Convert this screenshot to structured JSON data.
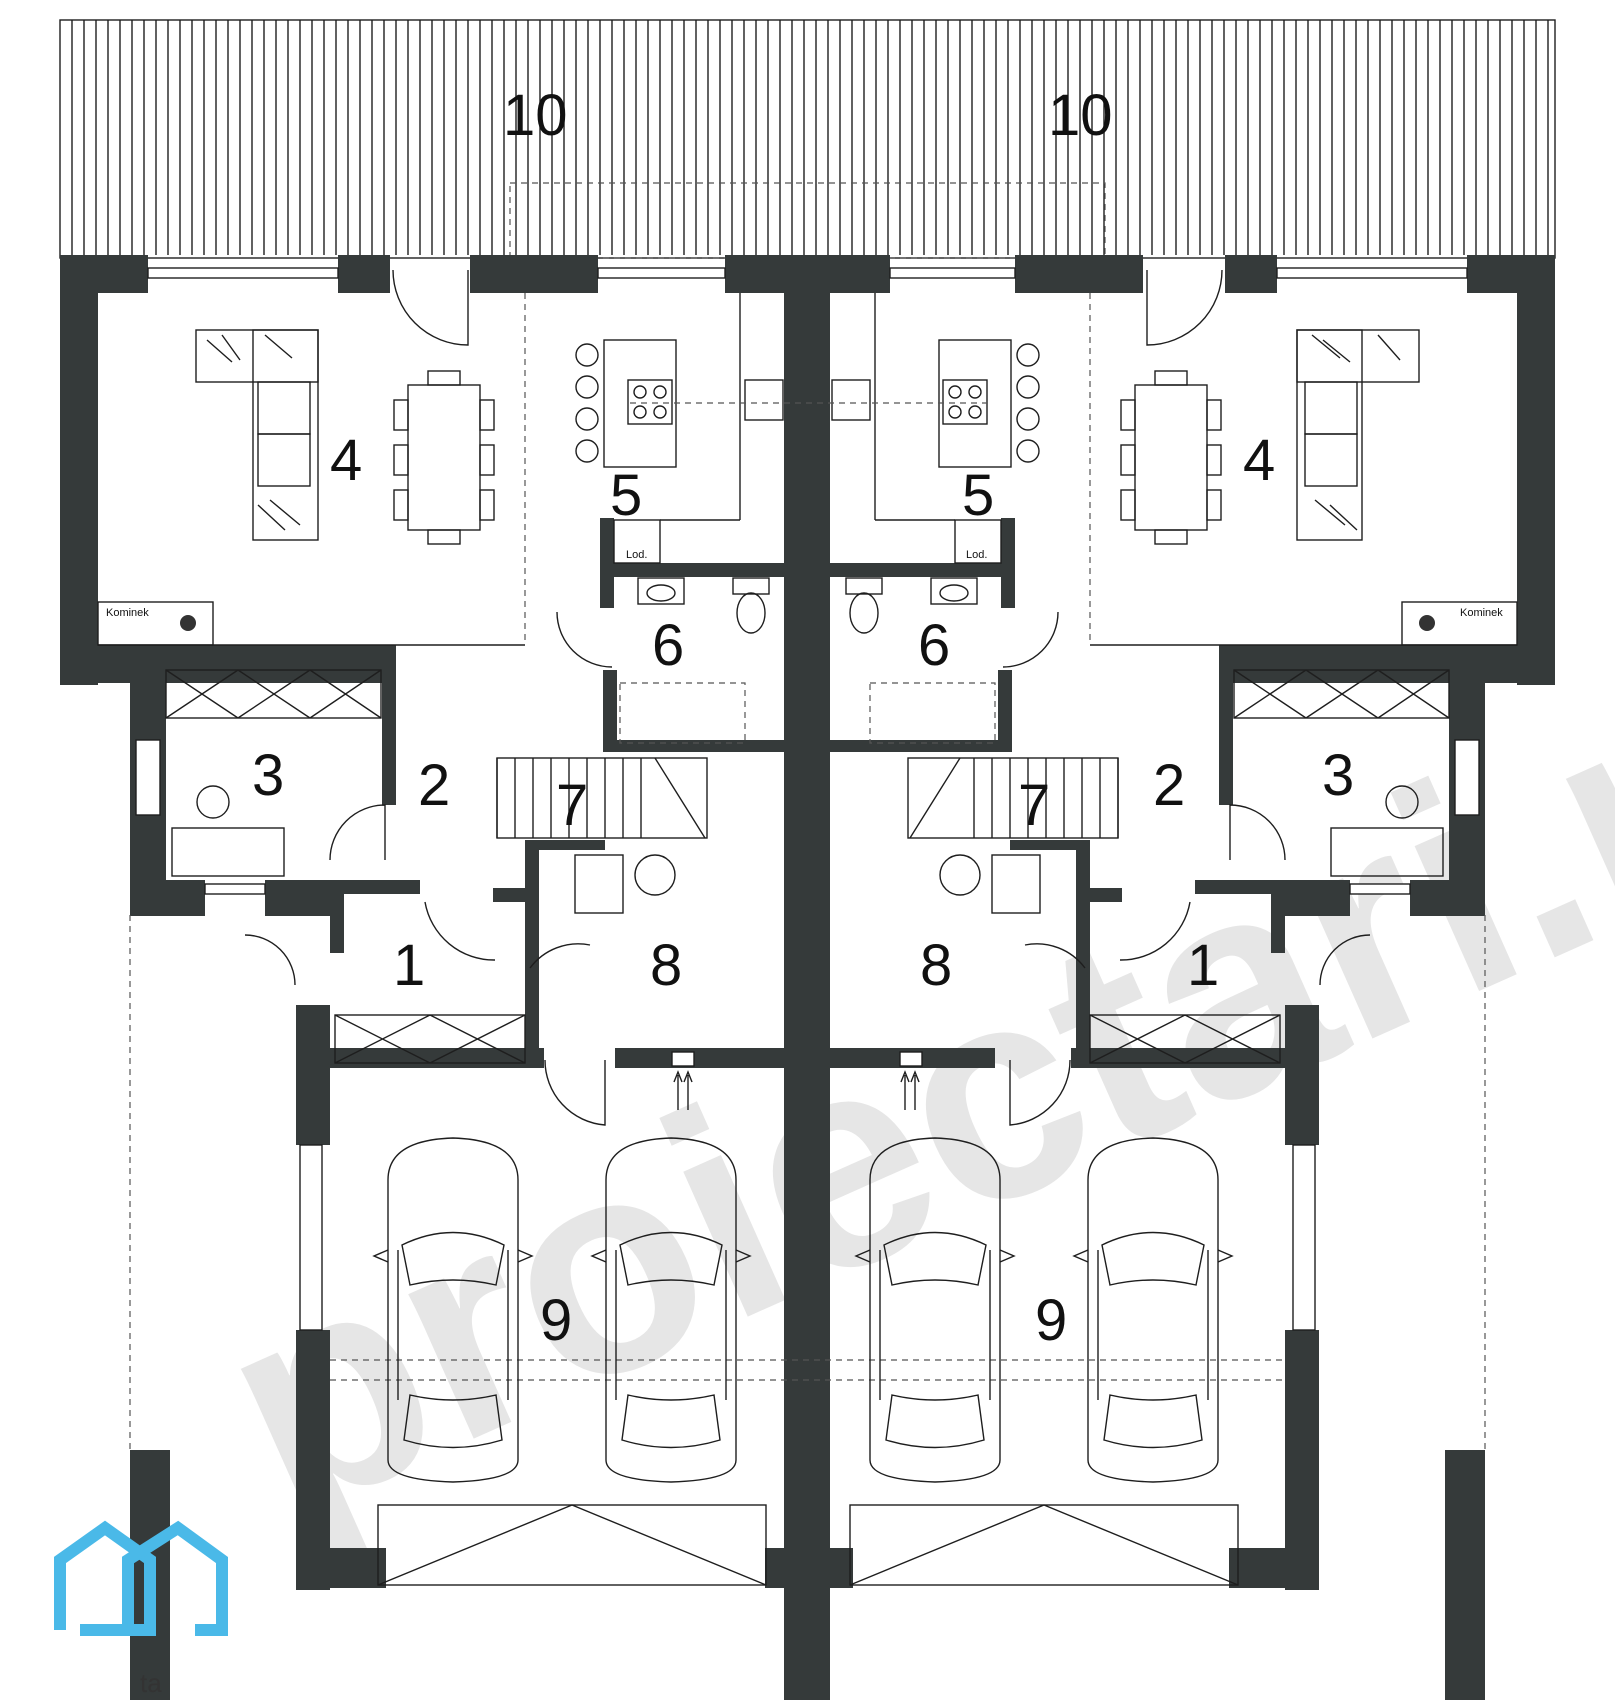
{
  "watermark": "proiectari.md",
  "rooms": {
    "left": {
      "r1": "1",
      "r2": "2",
      "r3": "3",
      "r4": "4",
      "r5": "5",
      "r6": "6",
      "r7": "7",
      "r8": "8",
      "r9": "9",
      "r10": "10"
    },
    "right": {
      "r1": "1",
      "r2": "2",
      "r3": "3",
      "r4": "4",
      "r5": "5",
      "r6": "6",
      "r7": "7",
      "r8": "8",
      "r9": "9",
      "r10": "10"
    }
  },
  "labels": {
    "fireplace": "Kominek",
    "fridge": "Lod."
  },
  "logo": {
    "text": "ta",
    "color": "#4ab9e8",
    "icon": "house-logo-icon"
  },
  "colors": {
    "wall": "#353a3a",
    "watermark": "#e6e6e6",
    "logo": "#4ab9e8"
  }
}
